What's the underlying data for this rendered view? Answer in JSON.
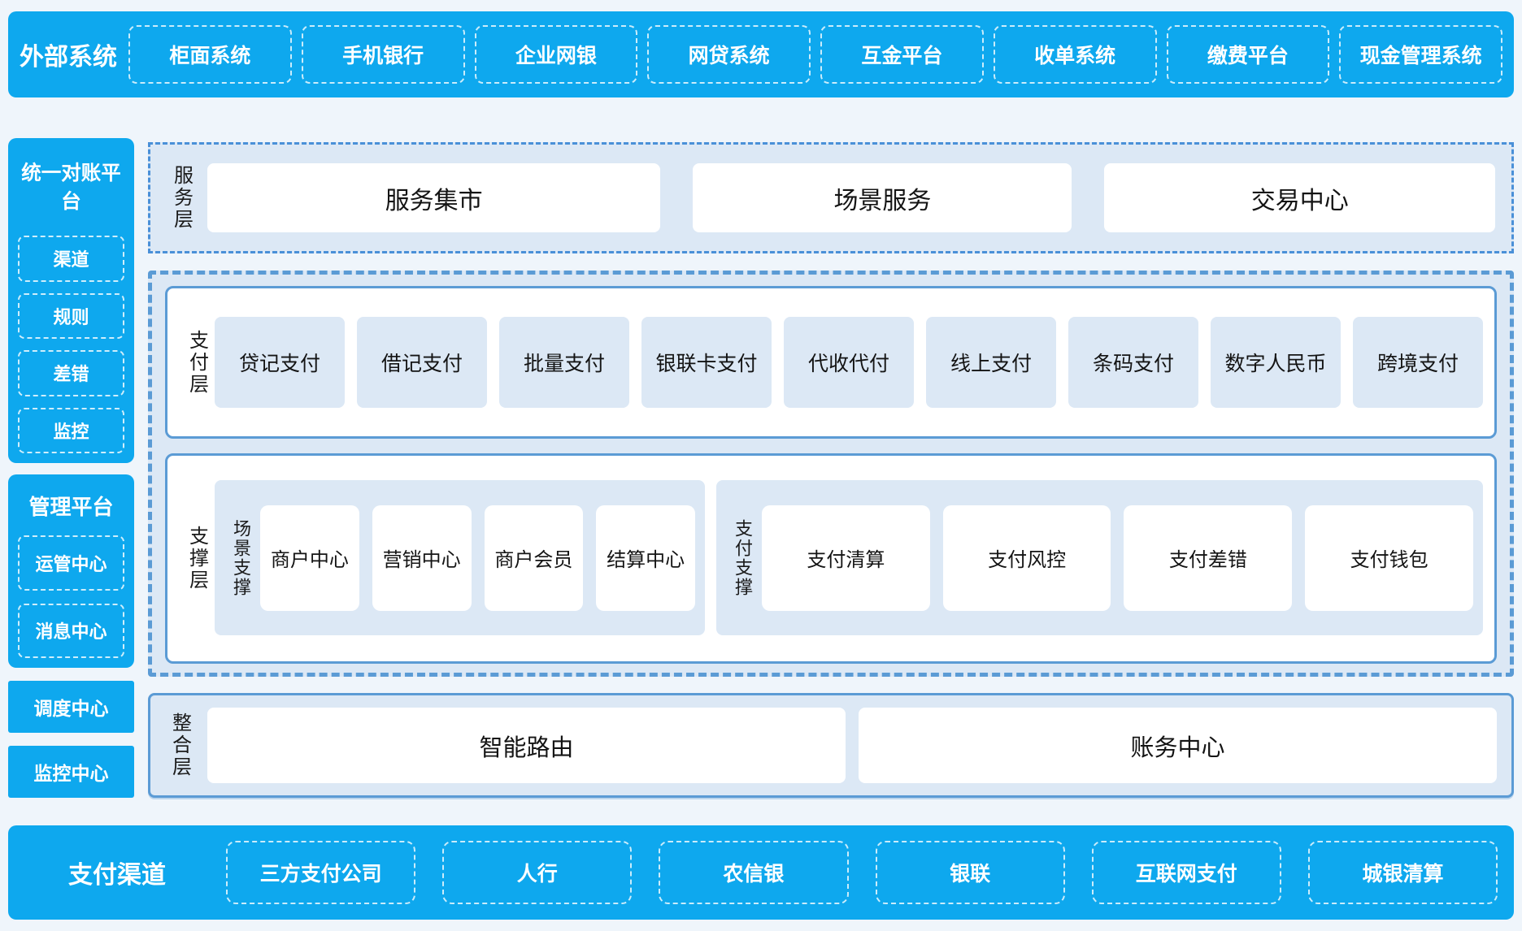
{
  "colors": {
    "accent": "#0ea8ee",
    "border": "#5b9bd5",
    "border_strong": "#4a90d8",
    "panel": "#dce8f5",
    "page_bg": "#eff5fb"
  },
  "top_band": {
    "label": "外部系统",
    "items": [
      "柜面系统",
      "手机银行",
      "企业网银",
      "网贷系统",
      "互金平台",
      "收单系统",
      "缴费平台",
      "现金管理系统"
    ]
  },
  "sidebar": {
    "reconciliation": {
      "title": "统一对账平台",
      "items": [
        "渠道",
        "规则",
        "差错",
        "监控"
      ]
    },
    "management": {
      "title": "管理平台",
      "items": [
        "运管中心",
        "消息中心"
      ]
    },
    "solid_items": [
      "调度中心",
      "监控中心"
    ]
  },
  "service_layer": {
    "label": "服务层",
    "items": [
      "服务集市",
      "场景服务",
      "交易中心"
    ]
  },
  "payment_layer": {
    "label": "支付层",
    "items": [
      "贷记支付",
      "借记支付",
      "批量支付",
      "银联卡支付",
      "代收代付",
      "线上支付",
      "条码支付",
      "数字人民币",
      "跨境支付"
    ]
  },
  "support_layer": {
    "label": "支撑层",
    "groups": [
      {
        "label": "场景支撑",
        "items": [
          "商户中心",
          "营销中心",
          "商户会员",
          "结算中心"
        ]
      },
      {
        "label": "支付支撑",
        "items": [
          "支付清算",
          "支付风控",
          "支付差错",
          "支付钱包"
        ]
      }
    ]
  },
  "integration_layer": {
    "label": "整合层",
    "items": [
      "智能路由",
      "账务中心"
    ]
  },
  "bottom_band": {
    "label": "支付渠道",
    "items": [
      "三方支付公司",
      "人行",
      "农信银",
      "银联",
      "互联网支付",
      "城银清算"
    ]
  }
}
